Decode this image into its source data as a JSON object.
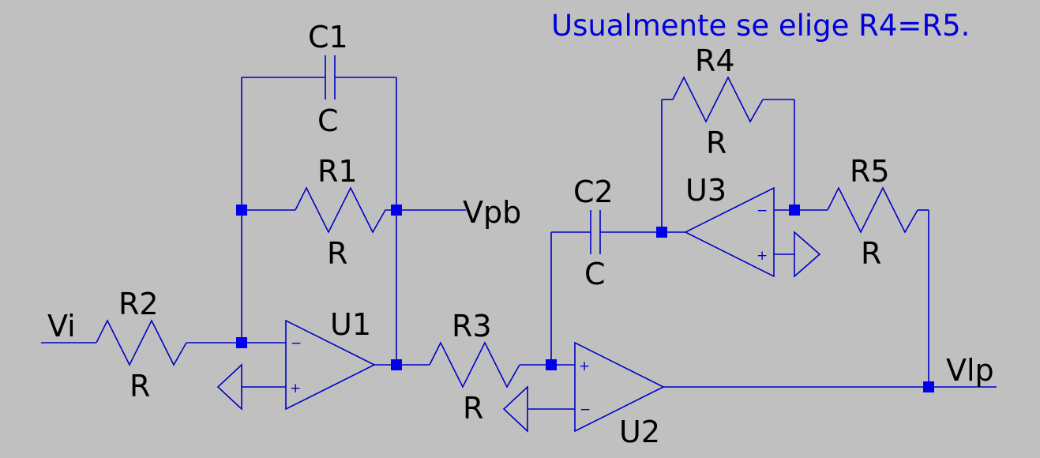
{
  "annotation": "Usualmente se elige R4=R5.",
  "colors": {
    "background": "#c0c0c0",
    "wire": "#0000c8",
    "junction": "#0000ee",
    "label": "#000000",
    "note": "#0000dd"
  },
  "nets": {
    "input": "Vi",
    "bandpass": "Vpb",
    "lowpass": "Vlp"
  },
  "components": {
    "C1": {
      "name": "C1",
      "value": "C"
    },
    "C2": {
      "name": "C2",
      "value": "C"
    },
    "R1": {
      "name": "R1",
      "value": "R"
    },
    "R2": {
      "name": "R2",
      "value": "R"
    },
    "R3": {
      "name": "R3",
      "value": "R"
    },
    "R4": {
      "name": "R4",
      "value": "R"
    },
    "R5": {
      "name": "R5",
      "value": "R"
    },
    "U1": {
      "name": "U1"
    },
    "U2": {
      "name": "U2"
    },
    "U3": {
      "name": "U3"
    }
  },
  "pins": {
    "minus": "−",
    "plus": "+"
  }
}
